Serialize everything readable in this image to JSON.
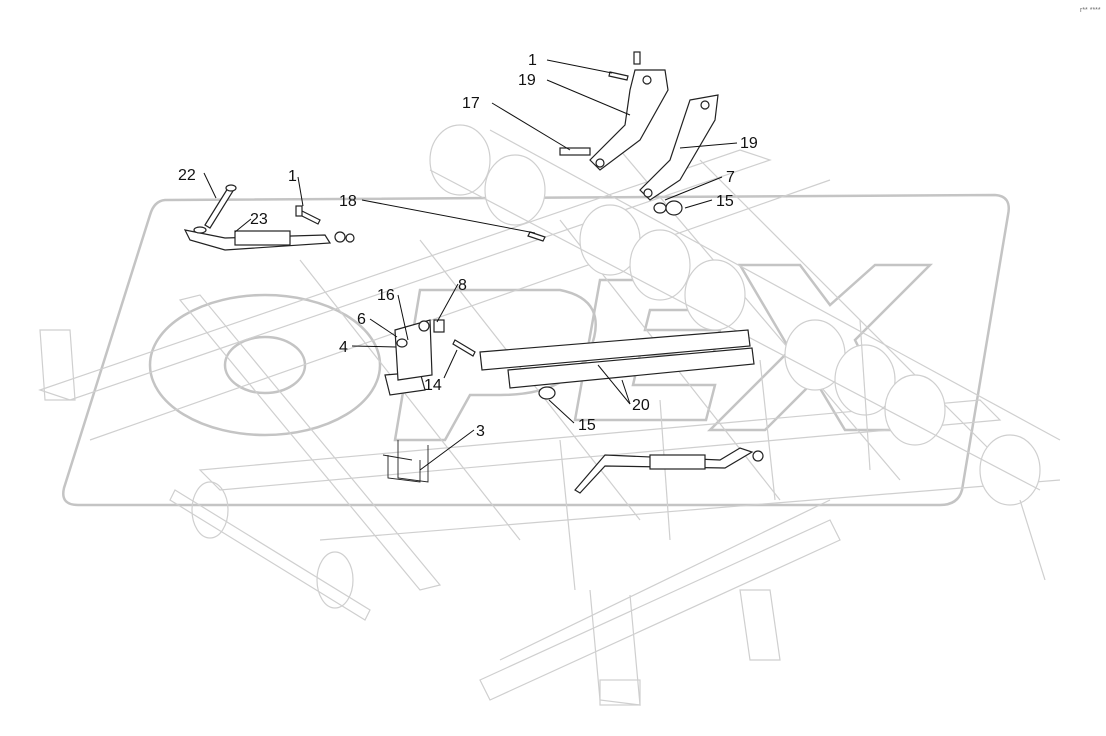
{
  "callouts": {
    "c1a": "1",
    "c19a": "19",
    "c17": "17",
    "c19b": "19",
    "c7": "7",
    "c15a": "15",
    "c22": "22",
    "c1b": "1",
    "c23": "23",
    "c18": "18",
    "c16": "16",
    "c8": "8",
    "c6": "6",
    "c4": "4",
    "c14": "14",
    "c20": "20",
    "c15b": "15",
    "c3": "3"
  },
  "watermark": "OPEX",
  "corner_mark": "r** ****"
}
